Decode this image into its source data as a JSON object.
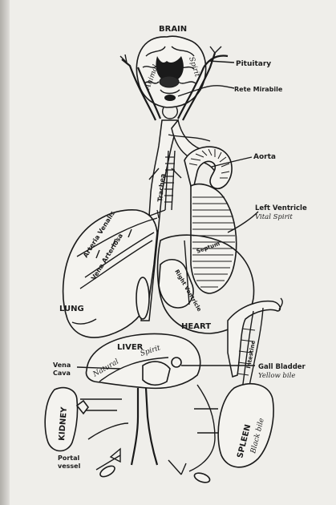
{
  "labels": {
    "brain": "BRAIN",
    "animal": "Animal",
    "spirit_brain": "Spirit",
    "pituitary": "Pituitary",
    "rete_mirabile": "Rete Mirabile",
    "trachea": "Trachea",
    "aorta": "Aorta",
    "arteria_venalis": "Arteria Venalis",
    "vena_arteriosa": "Vena Arteriosa",
    "left_ventricle": "Left Ventricle",
    "vital_spirit": "Vital Spirit",
    "septum": "Septum",
    "right_ventricle": "Right Ventricle",
    "lung": "LUNG",
    "heart": "HEART",
    "liver": "LIVER",
    "natural": "Natural",
    "spirit_liver": "Spirit",
    "intestine": "Intestine",
    "vena_cava_1": "Vena",
    "vena_cava_2": "Cava",
    "gall_bladder": "Gall Bladder",
    "yellow_bile": "Yellow bile",
    "kidney": "KIDNEY",
    "spleen": "SPLEEN",
    "black_bile": "Black bile",
    "portal_vessel_1": "Portal",
    "portal_vessel_2": "vessel"
  }
}
